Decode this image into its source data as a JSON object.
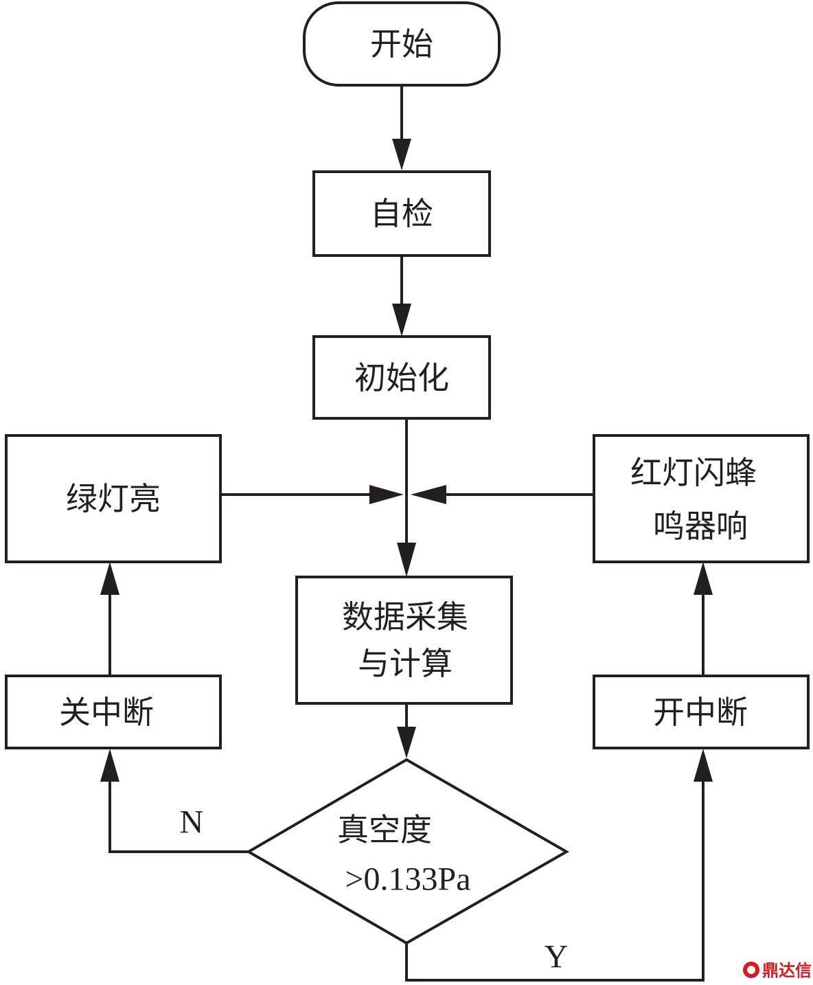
{
  "nodes": {
    "start": "开始",
    "self_check": "自检",
    "init": "初始化",
    "green_light": "绿灯亮",
    "alarm_line1": "红灯闪蜂",
    "alarm_line2": "鸣器响",
    "data_line1": "数据采集",
    "data_line2": "与计算",
    "close_interrupt": "关中断",
    "open_interrupt": "开中断",
    "decision_line1": "真空度",
    "decision_line2": ">0.133Pa"
  },
  "edges": {
    "no_label": "N",
    "yes_label": "Y"
  },
  "watermark": {
    "text": "鼎达信",
    "color": "#d71920"
  },
  "colors": {
    "stroke": "#231f20",
    "background": "#ffffff"
  }
}
